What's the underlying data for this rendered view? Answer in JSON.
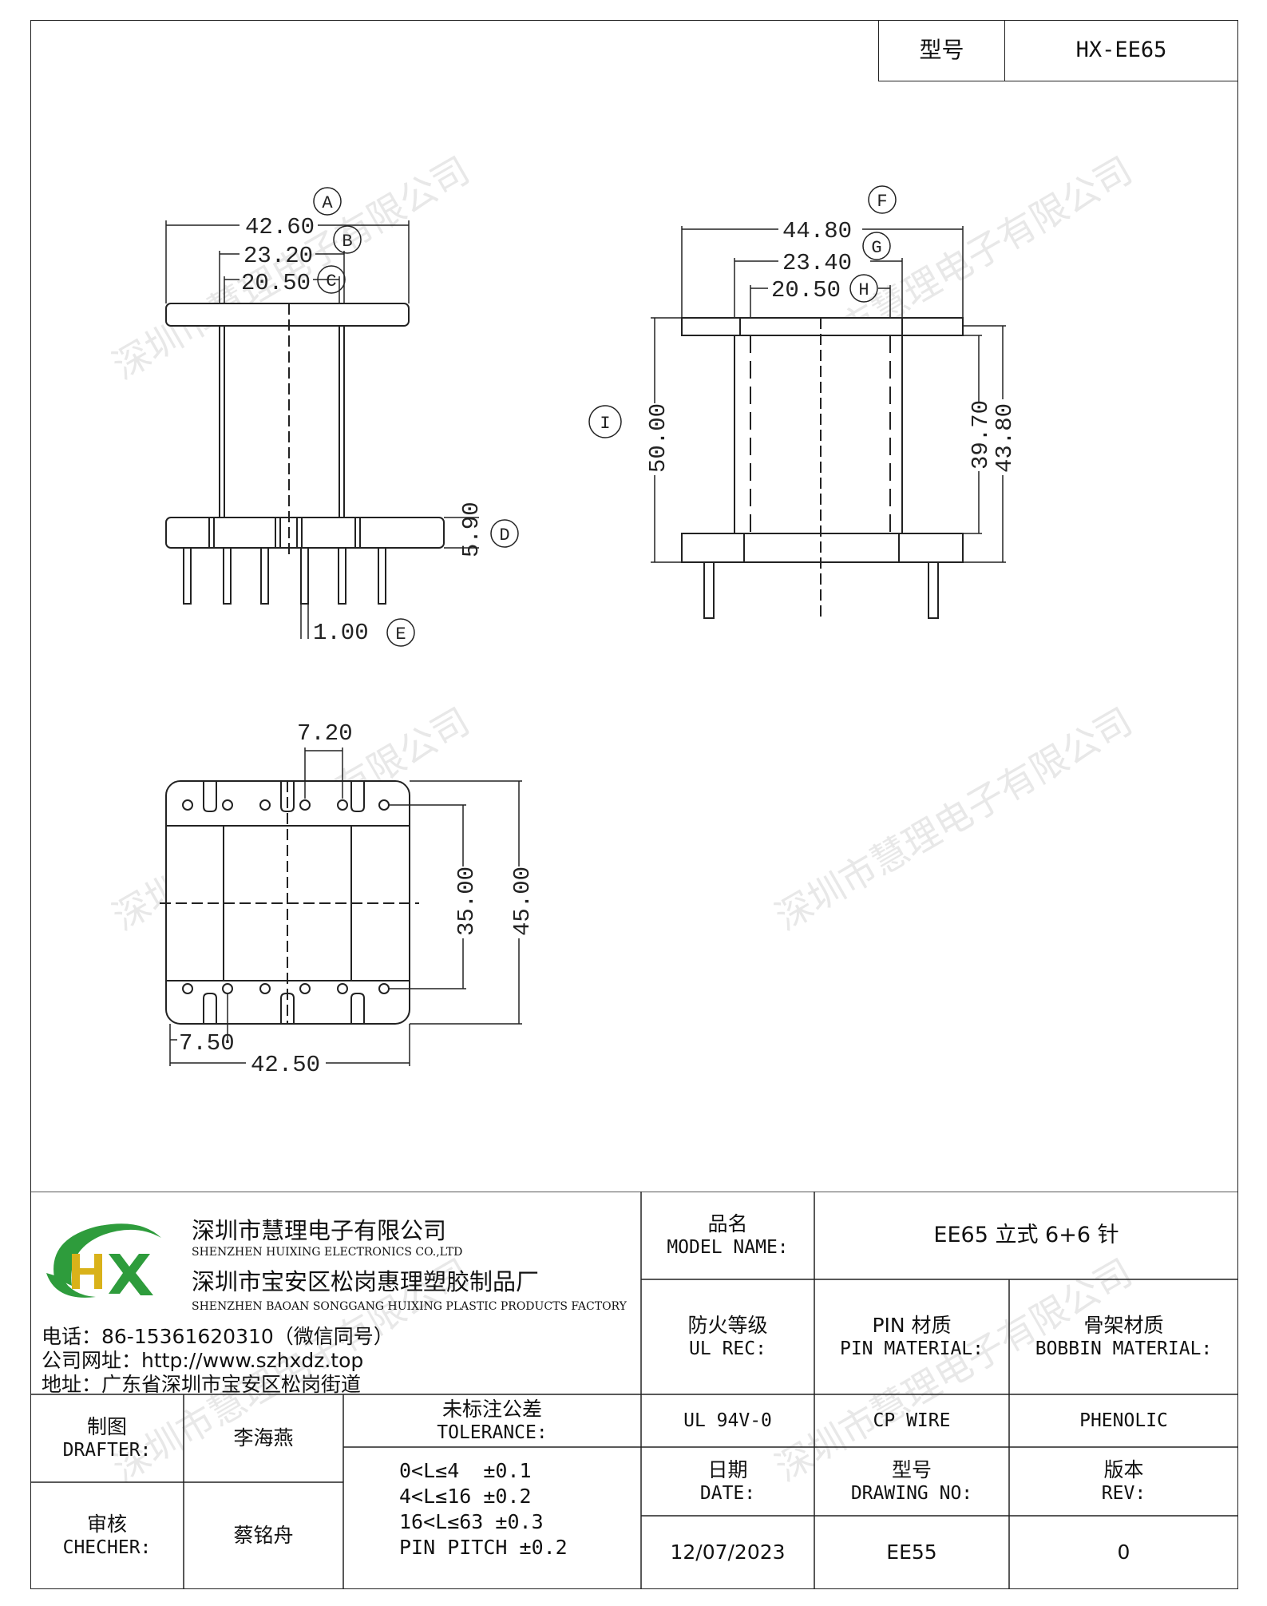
{
  "header": {
    "model_label": "型号",
    "model_value": "HX-EE65"
  },
  "watermark": "深圳市慧理电子有限公司",
  "drawing": {
    "front": {
      "dim_a": "42.60",
      "dim_b": "23.20",
      "dim_c": "20.50",
      "dim_d": "5.90",
      "dim_e": "1.00",
      "tag_a": "A",
      "tag_b": "B",
      "tag_c": "C",
      "tag_d": "D",
      "tag_e": "E"
    },
    "side": {
      "dim_f": "44.80",
      "dim_g": "23.40",
      "dim_h": "20.50",
      "dim_i": "50.00",
      "dim_r1": "39.70",
      "dim_r2": "43.80",
      "tag_f": "F",
      "tag_g": "G",
      "tag_h": "H",
      "tag_i": "I"
    },
    "bottom": {
      "dim_top": "7.20",
      "dim_r1": "35.00",
      "dim_r2": "45.00",
      "dim_bl": "7.50",
      "dim_bw": "42.50"
    }
  },
  "company": {
    "logo_text": "HX",
    "name_cn": "深圳市慧理电子有限公司",
    "name_en": "SHENZHEN HUIXING ELECTRONICS CO.,LTD",
    "factory_cn": "深圳市宝安区松岗惠理塑胶制品厂",
    "factory_en": "SHENZHEN BAOAN SONGGANG HUIXING PLASTIC PRODUCTS FACTORY",
    "phone": "电话：86-15361620310（微信同号）",
    "website": "公司网址：http://www.szhxdz.top",
    "address": "地址：广东省深圳市宝安区松岗街道"
  },
  "title_block": {
    "model_name_cn": "品名",
    "model_name_en": "MODEL NAME:",
    "model_name_value": "EE65 立式 6+6 针",
    "ul_rec_cn": "防火等级",
    "ul_rec_en": "UL REC:",
    "pin_material_cn": "PIN 材质",
    "pin_material_en": "PIN MATERIAL:",
    "bobbin_material_cn": "骨架材质",
    "bobbin_material_en": "BOBBIN MATERIAL:",
    "ul_value": "UL 94V-0",
    "pin_value": "CP WIRE",
    "bobbin_value": "PHENOLIC",
    "drafter_cn": "制图",
    "drafter_en": "DRAFTER:",
    "drafter_name": "李海燕",
    "checker_cn": "审核",
    "checker_en": "CHECHER:",
    "checker_name": "蔡铭舟",
    "tolerance_cn": "未标注公差",
    "tolerance_en": "TOLERANCE:",
    "tolerance_lines": [
      "0<L≤4  ±0.1",
      "4<L≤16 ±0.2",
      "16<L≤63 ±0.3",
      "PIN PITCH ±0.2"
    ],
    "date_cn": "日期",
    "date_en": "DATE:",
    "drawing_no_cn": "型号",
    "drawing_no_en": "DRAWING NO:",
    "rev_cn": "版本",
    "rev_en": "REV:",
    "date_value": "12/07/2023",
    "drawing_no_value": "EE55",
    "rev_value": "0"
  },
  "colors": {
    "logo_green": "#2e9c3c",
    "logo_yellow": "#d9b21a"
  }
}
